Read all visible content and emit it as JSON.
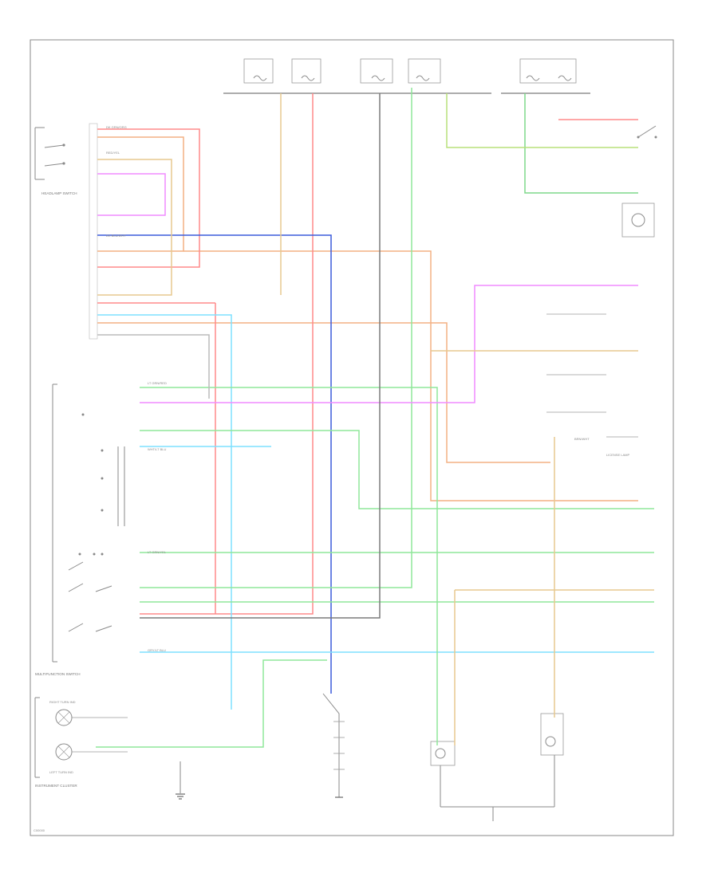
{
  "wire_colors": {
    "orange": "#f4b183",
    "tan": "#e7c98f",
    "violet": "#f08cff",
    "red": "#ff8a8a",
    "blue": "#3b5bdb",
    "light_blue": "#7fe0ff",
    "light_green": "#8fe79a",
    "green": "#7fd88a",
    "dark_gray": "#7a7a7a",
    "gray": "#bcbcbc",
    "yellow_green": "#b8e07a",
    "frame": "#8a8a8a"
  },
  "components": {
    "headlamp_switch": "HEADLAMP SWITCH",
    "multifunction_switch": "MULTIFUNCTION SWITCH",
    "instrument_cluster": "INSTRUMENT CLUSTER",
    "right_turn_ind": "RIGHT TURN IND",
    "left_turn_ind": "LEFT TURN IND",
    "license_lamp": "LICENSE LAMP"
  },
  "wire_labels": {
    "w1": "DK GRN/ORG",
    "w2": "RED/YEL",
    "w3": "DK BLU/WHT",
    "w4": "LT GRN/RED",
    "w5": "WHT/LT BLU",
    "w6": "BRN/WHT",
    "w7": "LT GRN/YEL",
    "w8": "GRY/LT BLU"
  },
  "footer_code": "C00000"
}
